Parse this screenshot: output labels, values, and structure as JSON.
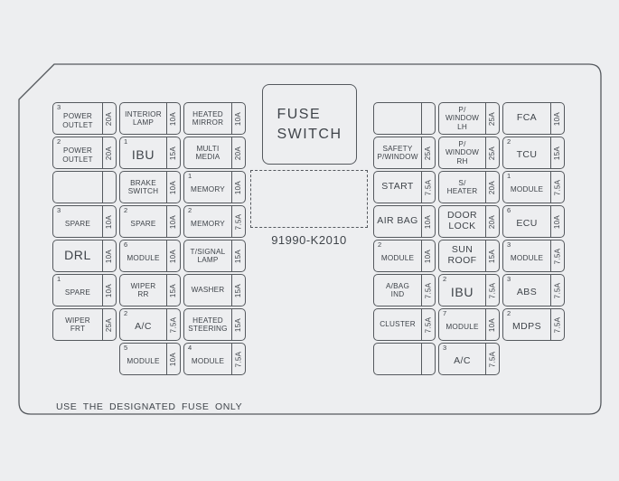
{
  "colors": {
    "background": "#edeef0",
    "line": "#55595e",
    "text": "#3f444a"
  },
  "fuse_switch": {
    "label": "FUSE\nSWITCH"
  },
  "part_number": "91990-K2010",
  "bottom_note": "USE THE DESIGNATED FUSE ONLY",
  "left_grid": {
    "rows": [
      [
        {
          "num": "3",
          "label": "POWER\nOUTLET",
          "amp": "20A"
        },
        {
          "label": "INTERIOR\nLAMP",
          "amp": "10A"
        },
        {
          "label": "HEATED\nMIRROR",
          "amp": "10A"
        }
      ],
      [
        {
          "num": "2",
          "label": "POWER\nOUTLET",
          "amp": "20A"
        },
        {
          "num": "1",
          "label": "IBU",
          "amp": "15A",
          "size": "l"
        },
        {
          "label": "MULTI\nMEDIA",
          "amp": "20A"
        }
      ],
      [
        {
          "label": "",
          "amp": ""
        },
        {
          "label": "BRAKE\nSWITCH",
          "amp": "10A"
        },
        {
          "num": "1",
          "label": "MEMORY",
          "amp": "10A"
        }
      ],
      [
        {
          "num": "3",
          "label": "SPARE",
          "amp": "10A"
        },
        {
          "num": "2",
          "label": "SPARE",
          "amp": "10A"
        },
        {
          "num": "2",
          "label": "MEMORY",
          "amp": "7.5A"
        }
      ],
      [
        {
          "label": "DRL",
          "amp": "10A",
          "size": "l"
        },
        {
          "num": "6",
          "label": "MODULE",
          "amp": "10A"
        },
        {
          "label": "T/SIGNAL\nLAMP",
          "amp": "15A"
        }
      ],
      [
        {
          "num": "1",
          "label": "SPARE",
          "amp": "10A"
        },
        {
          "label": "WIPER\nRR",
          "amp": "15A"
        },
        {
          "label": "WASHER",
          "amp": "15A"
        }
      ],
      [
        {
          "label": "WIPER\nFRT",
          "amp": "25A"
        },
        {
          "num": "2",
          "label": "A/C",
          "amp": "7.5A",
          "size": "m"
        },
        {
          "label": "HEATED\nSTEERING",
          "amp": "15A"
        }
      ],
      [
        null,
        {
          "num": "5",
          "label": "MODULE",
          "amp": "10A"
        },
        {
          "num": "4",
          "label": "MODULE",
          "amp": "7.5A"
        }
      ]
    ]
  },
  "right_grid": {
    "rows": [
      [
        {
          "label": "",
          "amp": ""
        },
        {
          "label": "P/\nWINDOW\nLH",
          "amp": "25A"
        },
        {
          "label": "FCA",
          "amp": "10A",
          "size": "m"
        }
      ],
      [
        {
          "label": "SAFETY\nP/WINDOW",
          "amp": "25A"
        },
        {
          "label": "P/\nWINDOW\nRH",
          "amp": "25A"
        },
        {
          "num": "2",
          "label": "TCU",
          "amp": "15A",
          "size": "m"
        }
      ],
      [
        {
          "label": "START",
          "amp": "7.5A",
          "size": "m"
        },
        {
          "label": "S/\nHEATER",
          "amp": "20A"
        },
        {
          "num": "1",
          "label": "MODULE",
          "amp": "7.5A"
        }
      ],
      [
        {
          "label": "AIR BAG",
          "amp": "10A",
          "size": "m"
        },
        {
          "label": "DOOR\nLOCK",
          "amp": "20A",
          "size": "m"
        },
        {
          "num": "6",
          "label": "ECU",
          "amp": "10A",
          "size": "m"
        }
      ],
      [
        {
          "num": "2",
          "label": "MODULE",
          "amp": "10A"
        },
        {
          "label": "SUN\nROOF",
          "amp": "15A",
          "size": "m"
        },
        {
          "num": "3",
          "label": "MODULE",
          "amp": "7.5A"
        }
      ],
      [
        {
          "label": "A/BAG\nIND",
          "amp": "7.5A"
        },
        {
          "num": "2",
          "label": "IBU",
          "amp": "7.5A",
          "size": "l"
        },
        {
          "num": "3",
          "label": "ABS",
          "amp": "7.5A",
          "size": "m"
        }
      ],
      [
        {
          "label": "CLUSTER",
          "amp": "7.5A"
        },
        {
          "num": "7",
          "label": "MODULE",
          "amp": "10A"
        },
        {
          "num": "2",
          "label": "MDPS",
          "amp": "7.5A",
          "size": "m"
        }
      ],
      [
        {
          "label": "",
          "amp": ""
        },
        {
          "num": "3",
          "label": "A/C",
          "amp": "7.5A",
          "size": "m"
        },
        null
      ]
    ]
  }
}
